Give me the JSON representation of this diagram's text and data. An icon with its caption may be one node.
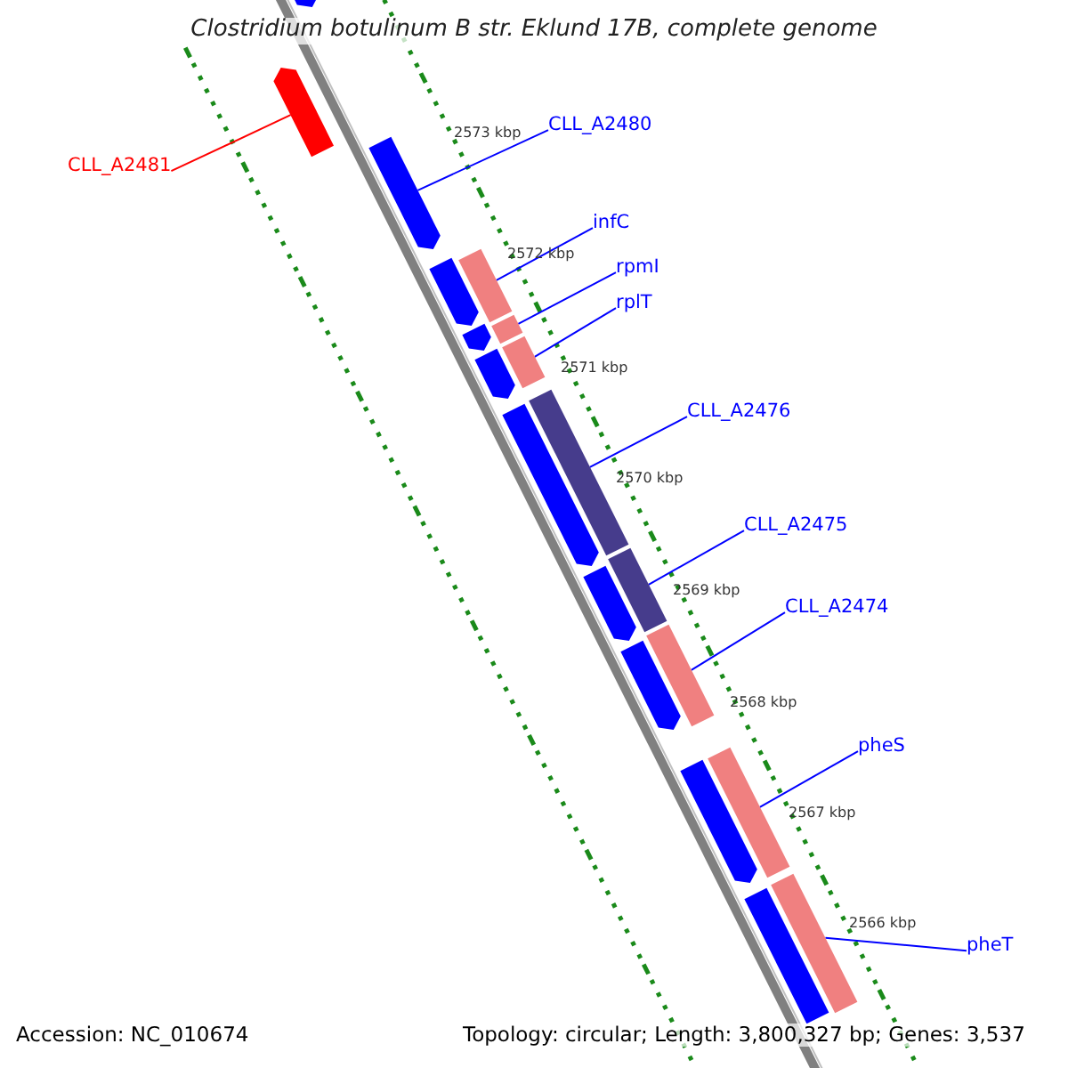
{
  "diagram": {
    "title": "Clostridium botulinum B str. Eklund 17B, complete genome",
    "nodes": [
      {
        "text": [
          "CLL_A2481"
        ]
      },
      {
        "text": [
          "CLL_A2480"
        ]
      },
      {
        "text": [
          "infC"
        ]
      },
      {
        "text": [
          "rpmI"
        ]
      },
      {
        "text": [
          "rplT"
        ]
      },
      {
        "text": [
          "CLL_A2476"
        ]
      },
      {
        "text": [
          "CLL_A2475"
        ]
      },
      {
        "text": [
          "CLL_A2474"
        ]
      },
      {
        "text": [
          "pheS"
        ]
      },
      {
        "text": [
          "pheT"
        ]
      },
      {
        "text": [],
        "shape": "bar"
      },
      {
        "text": [],
        "shape": "bar"
      },
      {
        "text": [],
        "shape": "bar"
      },
      {
        "text": [],
        "shape": "bar"
      },
      {
        "text": [],
        "shape": "bar"
      },
      {
        "text": [],
        "shape": "bar"
      },
      {
        "text": [],
        "shape": "bar"
      },
      {
        "text": [],
        "shape": "bar"
      },
      {
        "text": [],
        "shape": "bar"
      },
      {
        "text": [],
        "shape": "bar"
      },
      {
        "text": [],
        "shape": "bar"
      },
      {
        "text": [],
        "shape": "bar"
      },
      {
        "text": [],
        "shape": "bar"
      },
      {
        "text": [],
        "shape": "bar"
      },
      {
        "text": [],
        "shape": "bar"
      },
      {
        "text": [],
        "shape": "bar"
      },
      {
        "text": [],
        "shape": "bar"
      },
      {
        "text": [],
        "shape": "bar"
      },
      {
        "text": [],
        "shape": "bar"
      }
    ],
    "edges": [
      {
        "from": 0,
        "to": 10,
        "arrow": "none",
        "color": "#ff0000"
      },
      {
        "from": 1,
        "to": 11,
        "arrow": "none"
      },
      {
        "from": 2,
        "to": 12,
        "arrow": "none"
      },
      {
        "from": 3,
        "to": 13,
        "arrow": "none"
      },
      {
        "from": 4,
        "to": 14,
        "arrow": "none"
      },
      {
        "from": 5,
        "to": 15,
        "arrow": "none"
      },
      {
        "from": 6,
        "to": 16,
        "arrow": "none"
      },
      {
        "from": 7,
        "to": 17,
        "arrow": "none"
      },
      {
        "from": 8,
        "to": 18,
        "arrow": "none"
      },
      {
        "from": 9,
        "to": 19,
        "arrow": "none"
      }
    ],
    "labels": [
      "2573 kbp",
      "2572 kbp",
      "2571 kbp",
      "2570 kbp",
      "2569 kbp",
      "2568 kbp",
      "2567 kbp",
      "2566 kbp",
      "Accession: NC_010674",
      "Topology: circular; Length: 3,800,327 bp; Genes: 3,537"
    ]
  }
}
